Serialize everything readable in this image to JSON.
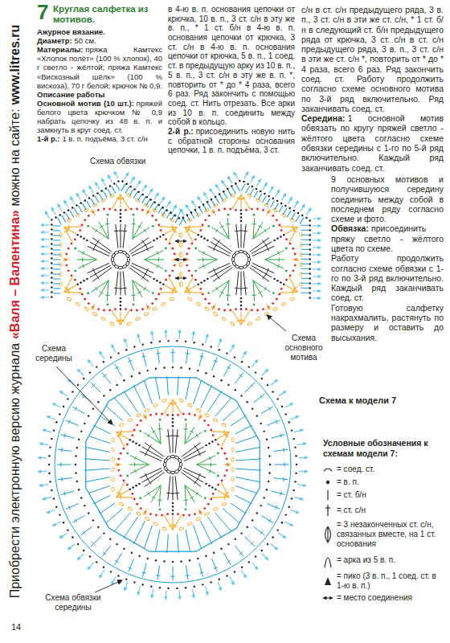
{
  "diagram": {
    "title": "Круглая салфетка из мотивов.",
    "labels": [
      "7",
      "Приобрести электронную версию журнала",
      "«Валя – Валентина»",
      "можно на сайте:",
      "www.litres.ru",
      "Ажурное вязание.",
      "Диаметр:",
      "50 см.",
      "Материалы:",
      "пряжа Камтекс «Хлопок полёт» (100 % хлопок), 40 г светло - жёлтой; пряжа Камтекс «Вискозный шёлк» (100 % вискоза), 70 г белой; крючок № 0,9.",
      "Описание работы",
      "Основной мотив (10 шт.):",
      "пряжей белого цвета крючком № 0,9 набрать цепочку из 48 в. п. и замкнуть в круг соед. ст.",
      "1-й р.:",
      "1 в. п. подъёма, 3 ст. с/н",
      "в 4-ю в. п. основания цепочки от крючка, 10 в. п., 3 ст. с/н в эту же в. п., * 1 ст. б/н в 4-ю в. п. основания цепочки от крючка, 3 ст. с/н в 4-ю в. п. основания цепочки от крючка, 5 в. п., 1 соед. ст. в предыдущую арку из 10 в. п., 5 в. п., 3 ст. с/н в эту же в. п. *, повторить от * до * 4 раза, всего 6 раз. Ряд закончить с помощью соед. ст. Нить отрезать. Все арки из 10 в. п. соединить между собой в кольцо.",
      "2-й р.:",
      "присоединить новую нить с обратной стороны основания цепочки, 1 в. п. подъёма, 3 ст.",
      "с/н в ст. с/н предыдущего ряда, 3 в. п., 3 ст. с/н в эти же ст. с/н, * 1 ст. б/н в следующий ст. б/н предыдущего ряда от крючка, 3 ст. с/н в ст. с/н предыдущего ряда, 3 в. п., 3 ст. с/н в эти же ст. с/н *, повторить от * до * 4 раза, всего 6 раз. Ряд закончить соед. ст. Работу продолжить согласно схеме основного мотива по 3-й ряд включительно. Ряд заканчивать соед. ст.",
      "Середина:",
      "1 основной мотив обвязать по кругу пряжей светло - жёлтого цвета согласно схеме обвязки середины с 1-го по 5-й ряд включительно. Каждый ряд заканчивать соед. ст.",
      "9 основных мотивов и получившуюся середину соединить между собой в последнем ряду согласно схеме и фото.",
      "Обвязка:",
      "присоединить пряжу светло - жёлтого цвета по схеме.",
      "Работу продолжить согласно схеме обвязки с 1-го по 3-й ряд включительно. Каждый ряд заканчивать соед. ст.",
      "Готовую салфетку накрахмалить, растянуть по размеру и оставить до высыхания.",
      "Схема обвязки",
      "Схема основного мотива",
      "Схема середины",
      "Схема к модели 7",
      "Схема обвязки середины",
      "Условные обозначения к схемам модели 7:",
      "14"
    ],
    "legend": [
      {
        "text": "= соед. ст."
      },
      {
        "text": "= в. п."
      },
      {
        "text": "= ст. б/н"
      },
      {
        "text": "= ст. с/н"
      },
      {
        "text": "= 3 незаконченных ст. с/н, связанных вместе, на 1 ст. основания"
      },
      {
        "text": "= арка из 5 в. п."
      },
      {
        "text": "= пико (3 в. п., 1 соед. ст. в 1-ю в. п.)"
      },
      {
        "text": "= место соединения"
      }
    ]
  }
}
